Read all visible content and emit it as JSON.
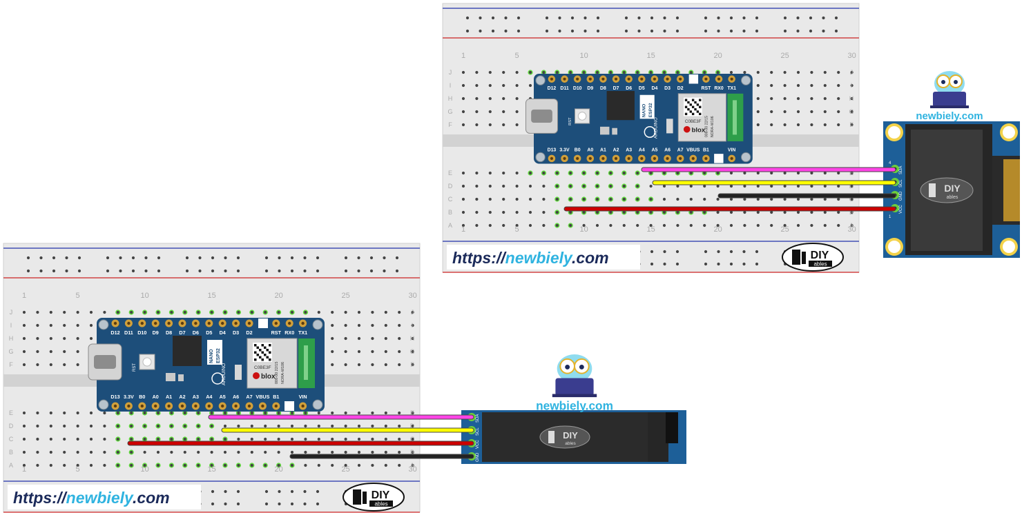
{
  "brand": {
    "url_prefix": "https://",
    "url_name": "newbiely",
    "url_suffix": ".com",
    "owl_caption": "newbiely.com",
    "diy_top": "DIY",
    "diy_bottom": "ables",
    "colors": {
      "navy": "#1b2a5a",
      "cyan": "#2fb3e0"
    }
  },
  "breadboard": {
    "column_numbers": [
      "1",
      "5",
      "10",
      "15",
      "20",
      "25",
      "30"
    ],
    "row_letters_top": [
      "J",
      "I",
      "H",
      "G",
      "F"
    ],
    "row_letters_bottom": [
      "E",
      "D",
      "C",
      "B",
      "A"
    ]
  },
  "arduino": {
    "top_pins": [
      "D12",
      "D11",
      "D10",
      "D9",
      "D8",
      "D7",
      "D6",
      "D5",
      "D4",
      "D3",
      "D2",
      "",
      "RST",
      "RX0",
      "TX1"
    ],
    "bottom_pins": [
      "D13",
      "3.3V",
      "B0",
      "A0",
      "A1",
      "A2",
      "A3",
      "A4",
      "A5",
      "A6",
      "A7",
      "VBUS",
      "B1",
      "",
      "VIN"
    ],
    "label_nano": "NANO",
    "label_esp32": "ESP32",
    "label_arduino": "ARDUINO",
    "label_rst": "RST",
    "module_code": "C0BE3F",
    "module_brand": "blox",
    "module_lot": "008-00 22/15",
    "module_model": "NORA-W106",
    "colors": {
      "board": "#1d4e7a",
      "module": "#d8d8d8",
      "antenna": "#2e9e4a"
    }
  },
  "oled_square": {
    "pins": [
      "SDA",
      "SCL",
      "GND",
      "VCC"
    ],
    "pin1": "1",
    "pin4": "4"
  },
  "oled_wide": {
    "pins": [
      "SDA",
      "SCL",
      "VCC",
      "GND"
    ]
  },
  "wire_colors": {
    "sda": "#ff44e6",
    "scl": "#ffff00",
    "gnd": "#222222",
    "vcc": "#cc0000"
  }
}
